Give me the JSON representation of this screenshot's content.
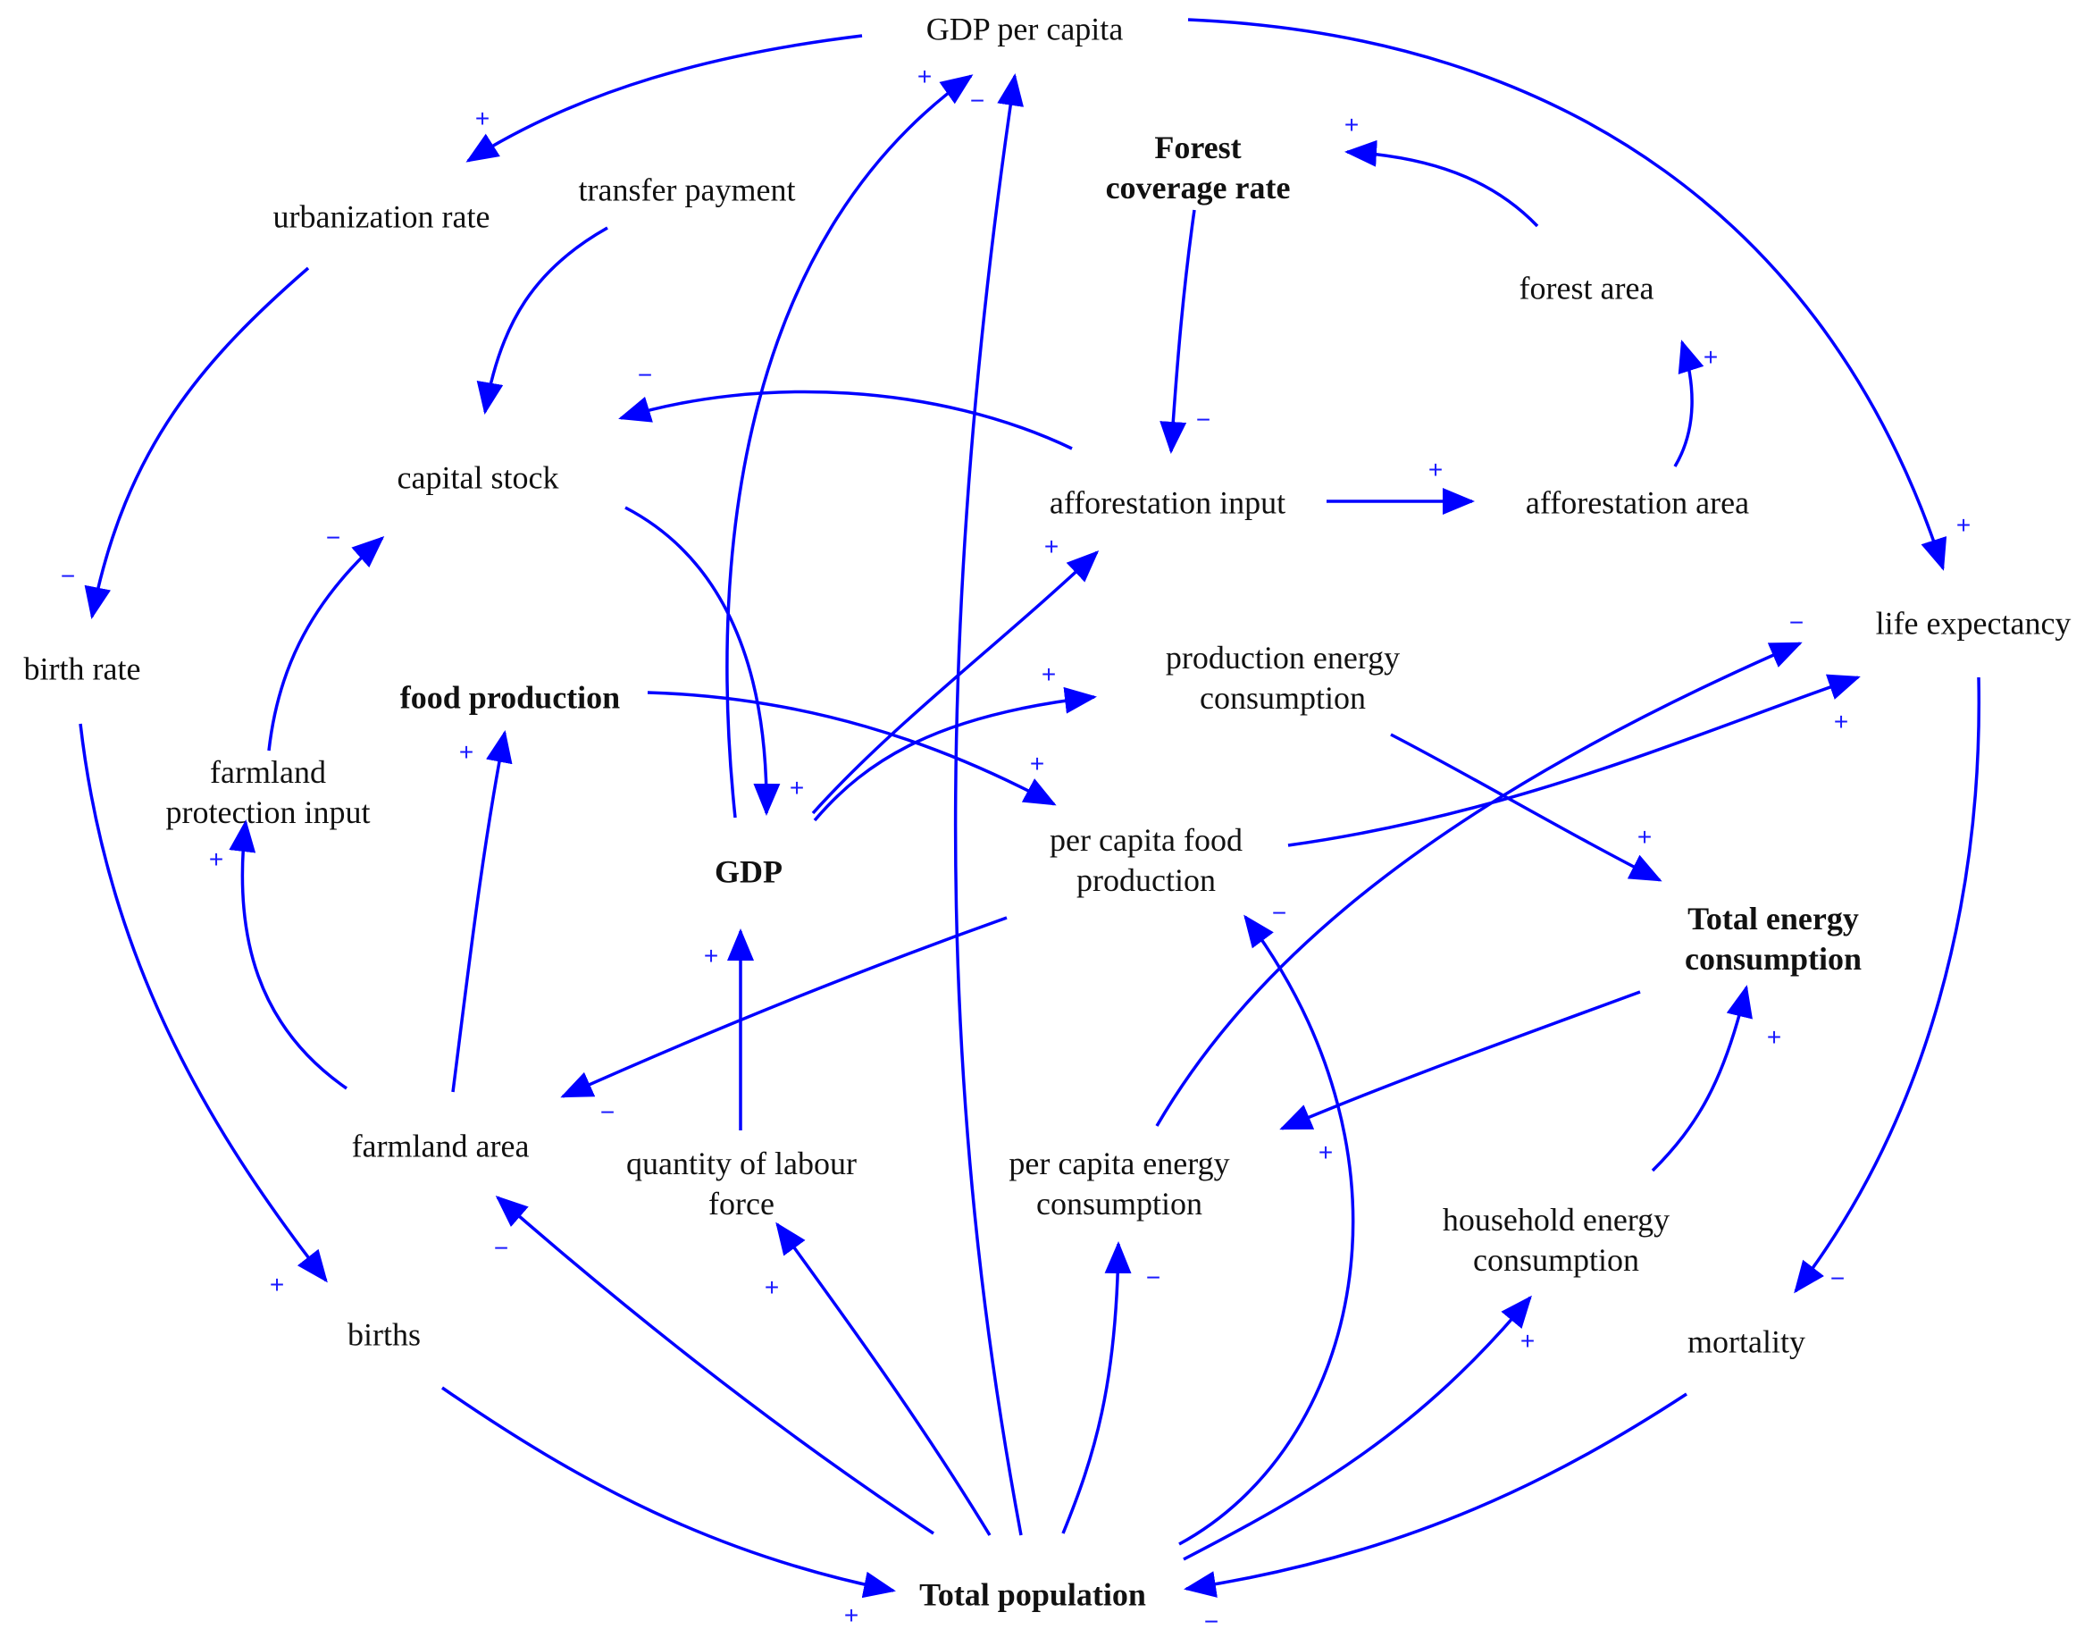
{
  "colors": {
    "link": "#0000ff",
    "sign": "#1a1aff",
    "text": "#111111",
    "background": "#ffffff"
  },
  "nodes": {
    "gdp_per_capita": {
      "lines": [
        "GDP per capita"
      ],
      "bold": false
    },
    "urbanization_rate": {
      "lines": [
        "urbanization rate"
      ],
      "bold": false
    },
    "transfer_payment": {
      "lines": [
        "transfer payment"
      ],
      "bold": false
    },
    "forest_coverage_rate": {
      "lines": [
        "Forest",
        "coverage rate"
      ],
      "bold": true
    },
    "forest_area": {
      "lines": [
        "forest area"
      ],
      "bold": false
    },
    "capital_stock": {
      "lines": [
        "capital stock"
      ],
      "bold": false
    },
    "afforestation_input": {
      "lines": [
        "afforestation input"
      ],
      "bold": false
    },
    "afforestation_area": {
      "lines": [
        "afforestation area"
      ],
      "bold": false
    },
    "birth_rate": {
      "lines": [
        "birth rate"
      ],
      "bold": false
    },
    "life_expectancy": {
      "lines": [
        "life expectancy"
      ],
      "bold": false
    },
    "food_production": {
      "lines": [
        "food production"
      ],
      "bold": true
    },
    "production_energy_consumption": {
      "lines": [
        "production energy",
        "consumption"
      ],
      "bold": false
    },
    "farmland_protection_input": {
      "lines": [
        "farmland",
        "protection input"
      ],
      "bold": false
    },
    "gdp": {
      "lines": [
        "GDP"
      ],
      "bold": true
    },
    "per_capita_food_production": {
      "lines": [
        "per capita food",
        "production"
      ],
      "bold": false
    },
    "total_energy_consumption": {
      "lines": [
        "Total energy",
        "consumption"
      ],
      "bold": true
    },
    "farmland_area": {
      "lines": [
        "farmland area"
      ],
      "bold": false
    },
    "quantity_of_labour_force": {
      "lines": [
        "quantity of labour",
        "force"
      ],
      "bold": false
    },
    "per_capita_energy_consumption": {
      "lines": [
        "per capita energy",
        "consumption"
      ],
      "bold": false
    },
    "household_energy_consumption": {
      "lines": [
        "household energy",
        "consumption"
      ],
      "bold": false
    },
    "births": {
      "lines": [
        "births"
      ],
      "bold": false
    },
    "mortality": {
      "lines": [
        "mortality"
      ],
      "bold": false
    },
    "total_population": {
      "lines": [
        "Total population"
      ],
      "bold": true
    }
  },
  "links": [
    {
      "from": "gdp_per_capita",
      "to": "urbanization_rate",
      "polarity": "+"
    },
    {
      "from": "gdp_per_capita",
      "to": "life_expectancy",
      "polarity": "+"
    },
    {
      "from": "urbanization_rate",
      "to": "birth_rate",
      "polarity": "−"
    },
    {
      "from": "transfer_payment",
      "to": "capital_stock",
      "polarity": ""
    },
    {
      "from": "forest_area",
      "to": "forest_coverage_rate",
      "polarity": "+"
    },
    {
      "from": "forest_coverage_rate",
      "to": "afforestation_input",
      "polarity": "−"
    },
    {
      "from": "afforestation_input",
      "to": "capital_stock",
      "polarity": "−"
    },
    {
      "from": "afforestation_input",
      "to": "afforestation_area",
      "polarity": "+"
    },
    {
      "from": "afforestation_area",
      "to": "forest_area",
      "polarity": "+"
    },
    {
      "from": "capital_stock",
      "to": "gdp",
      "polarity": "+"
    },
    {
      "from": "gdp",
      "to": "gdp_per_capita",
      "polarity": "+"
    },
    {
      "from": "gdp",
      "to": "afforestation_input",
      "polarity": "+"
    },
    {
      "from": "gdp",
      "to": "production_energy_consumption",
      "polarity": "+"
    },
    {
      "from": "food_production",
      "to": "per_capita_food_production",
      "polarity": "+"
    },
    {
      "from": "farmland_area",
      "to": "food_production",
      "polarity": "+"
    },
    {
      "from": "farmland_area",
      "to": "farmland_protection_input",
      "polarity": "+"
    },
    {
      "from": "farmland_protection_input",
      "to": "capital_stock",
      "polarity": "−"
    },
    {
      "from": "production_energy_consumption",
      "to": "total_energy_consumption",
      "polarity": "+"
    },
    {
      "from": "per_capita_food_production",
      "to": "life_expectancy",
      "polarity": "+"
    },
    {
      "from": "per_capita_food_production",
      "to": "farmland_area",
      "polarity": "−"
    },
    {
      "from": "per_capita_energy_consumption",
      "to": "life_expectancy",
      "polarity": "−"
    },
    {
      "from": "total_energy_consumption",
      "to": "per_capita_energy_consumption",
      "polarity": "+"
    },
    {
      "from": "household_energy_consumption",
      "to": "total_energy_consumption",
      "polarity": "+"
    },
    {
      "from": "quantity_of_labour_force",
      "to": "gdp",
      "polarity": "+"
    },
    {
      "from": "birth_rate",
      "to": "births",
      "polarity": "+"
    },
    {
      "from": "births",
      "to": "total_population",
      "polarity": "+"
    },
    {
      "from": "life_expectancy",
      "to": "mortality",
      "polarity": "−"
    },
    {
      "from": "mortality",
      "to": "total_population",
      "polarity": "−"
    },
    {
      "from": "total_population",
      "to": "farmland_area",
      "polarity": "−"
    },
    {
      "from": "total_population",
      "to": "quantity_of_labour_force",
      "polarity": "+"
    },
    {
      "from": "total_population",
      "to": "gdp_per_capita",
      "polarity": "−"
    },
    {
      "from": "total_population",
      "to": "per_capita_energy_consumption",
      "polarity": "−"
    },
    {
      "from": "total_population",
      "to": "per_capita_food_production",
      "polarity": "−"
    },
    {
      "from": "total_population",
      "to": "household_energy_consumption",
      "polarity": "+"
    }
  ]
}
